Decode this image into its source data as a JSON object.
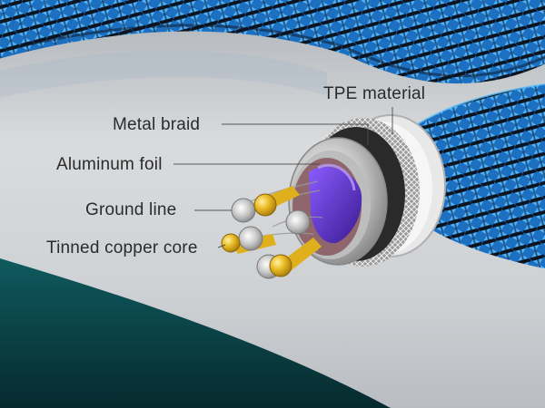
{
  "labels": {
    "tpe_material": "TPE material",
    "metal_braid": "Metal braid",
    "aluminum_foil": "Aluminum foil",
    "ground_line": "Ground line",
    "tinned_copper_core": "Tinned copper core"
  },
  "colors": {
    "background": "#c9cccf",
    "teal_surface": "#0f4a4f",
    "braid_blue": "#2e86d6",
    "braid_dark": "#0d1a2a",
    "copper_gold": "#e8b820",
    "insulation_purple": "#5a2fc2",
    "metal_silver": "#c8c8c8",
    "label_text": "#2b2b2b"
  }
}
